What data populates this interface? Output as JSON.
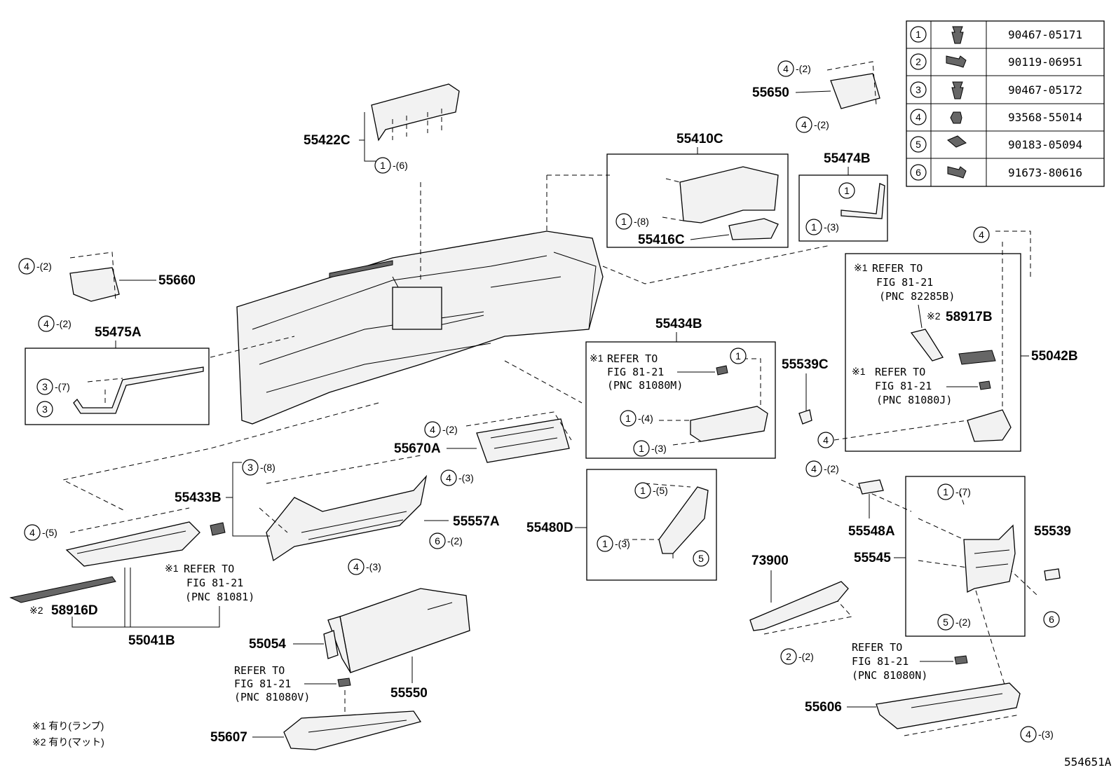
{
  "diagram_code": "554651A",
  "fastener_table": [
    {
      "no": "1",
      "part": "90467-05171"
    },
    {
      "no": "2",
      "part": "90119-06951"
    },
    {
      "no": "3",
      "part": "90467-05172"
    },
    {
      "no": "4",
      "part": "93568-55014"
    },
    {
      "no": "5",
      "part": "90183-05094"
    },
    {
      "no": "6",
      "part": "91673-80616"
    }
  ],
  "part_labels": {
    "p55422C": "55422C",
    "p55410C": "55410C",
    "p55416C": "55416C",
    "p55474B": "55474B",
    "p55650": "55650",
    "p55660": "55660",
    "p55475A": "55475A",
    "p55434B": "55434B",
    "p55539C": "55539C",
    "p58917B": "58917B",
    "p55042B": "55042B",
    "p55670A": "55670A",
    "p55433B": "55433B",
    "p55557A": "55557A",
    "p55480D": "55480D",
    "p55548A": "55548A",
    "p55545": "55545",
    "p55539": "55539",
    "p73900": "73900",
    "p58916D": "58916D",
    "p55041B": "55041B",
    "p55054": "55054",
    "p55550": "55550",
    "p55607": "55607",
    "p55606": "55606"
  },
  "callouts": {
    "c55422C": {
      "n": "1",
      "q": "-(6)"
    },
    "c55410C": {
      "n": "1",
      "q": "-(8)"
    },
    "c55474B_a": {
      "n": "1",
      "q": ""
    },
    "c55474B_b": {
      "n": "1",
      "q": "-(3)"
    },
    "c55650_a": {
      "n": "4",
      "q": "-(2)"
    },
    "c55650_b": {
      "n": "4",
      "q": "-(2)"
    },
    "c55660_a": {
      "n": "4",
      "q": "-(2)"
    },
    "c55660_b": {
      "n": "4",
      "q": "-(2)"
    },
    "c55475A_a": {
      "n": "3",
      "q": "-(7)"
    },
    "c55475A_b": {
      "n": "3",
      "q": ""
    },
    "c55434B_a": {
      "n": "1",
      "q": ""
    },
    "c55434B_b": {
      "n": "1",
      "q": "-(4)"
    },
    "c55434B_c": {
      "n": "1",
      "q": "-(3)"
    },
    "c55670A_a": {
      "n": "4",
      "q": "-(2)"
    },
    "c55670A_b": {
      "n": "4",
      "q": "-(3)"
    },
    "c55042B_a": {
      "n": "4",
      "q": ""
    },
    "c55042B_b": {
      "n": "4",
      "q": ""
    },
    "c55433B_a": {
      "n": "3",
      "q": "-(8)"
    },
    "c55433B_b": {
      "n": "6",
      "q": "-(2)"
    },
    "c55433B_c": {
      "n": "4",
      "q": "-(3)"
    },
    "c55041B": {
      "n": "4",
      "q": "-(5)"
    },
    "c55480D_a": {
      "n": "1",
      "q": "-(5)"
    },
    "c55480D_b": {
      "n": "1",
      "q": "-(3)"
    },
    "c55480D_c": {
      "n": "5",
      "q": ""
    },
    "c55548A": {
      "n": "4",
      "q": "-(2)"
    },
    "c55545_a": {
      "n": "1",
      "q": "-(7)"
    },
    "c55545_b": {
      "n": "5",
      "q": "-(2)"
    },
    "c55545_c": {
      "n": "6",
      "q": ""
    },
    "c73900": {
      "n": "2",
      "q": "-(2)"
    },
    "c55606": {
      "n": "4",
      "q": "-(3)"
    }
  },
  "notes": {
    "m1_a": "※1",
    "m1_b": "※1",
    "m1_c": "※1",
    "m1_d": "※1",
    "m2_a": "※2",
    "m2_b": "※2",
    "r1": [
      "REFER TO",
      "FIG 81-21",
      "(PNC 82285B)"
    ],
    "r2": [
      "REFER TO",
      "FIG 81-21",
      "(PNC 81080M)"
    ],
    "r3": [
      "REFER TO",
      "FIG 81-21",
      "(PNC 81080J)"
    ],
    "r4": [
      "REFER TO",
      "FIG 81-21",
      "(PNC 81081)"
    ],
    "r5": [
      "REFER TO",
      "FIG 81-21",
      "(PNC 81080V)"
    ],
    "r6": [
      "REFER TO",
      "FIG 81-21",
      "(PNC 81080N)"
    ]
  },
  "legend": {
    "l1": "※1 有り(ランプ)",
    "l2": "※2 有り(マット)"
  }
}
